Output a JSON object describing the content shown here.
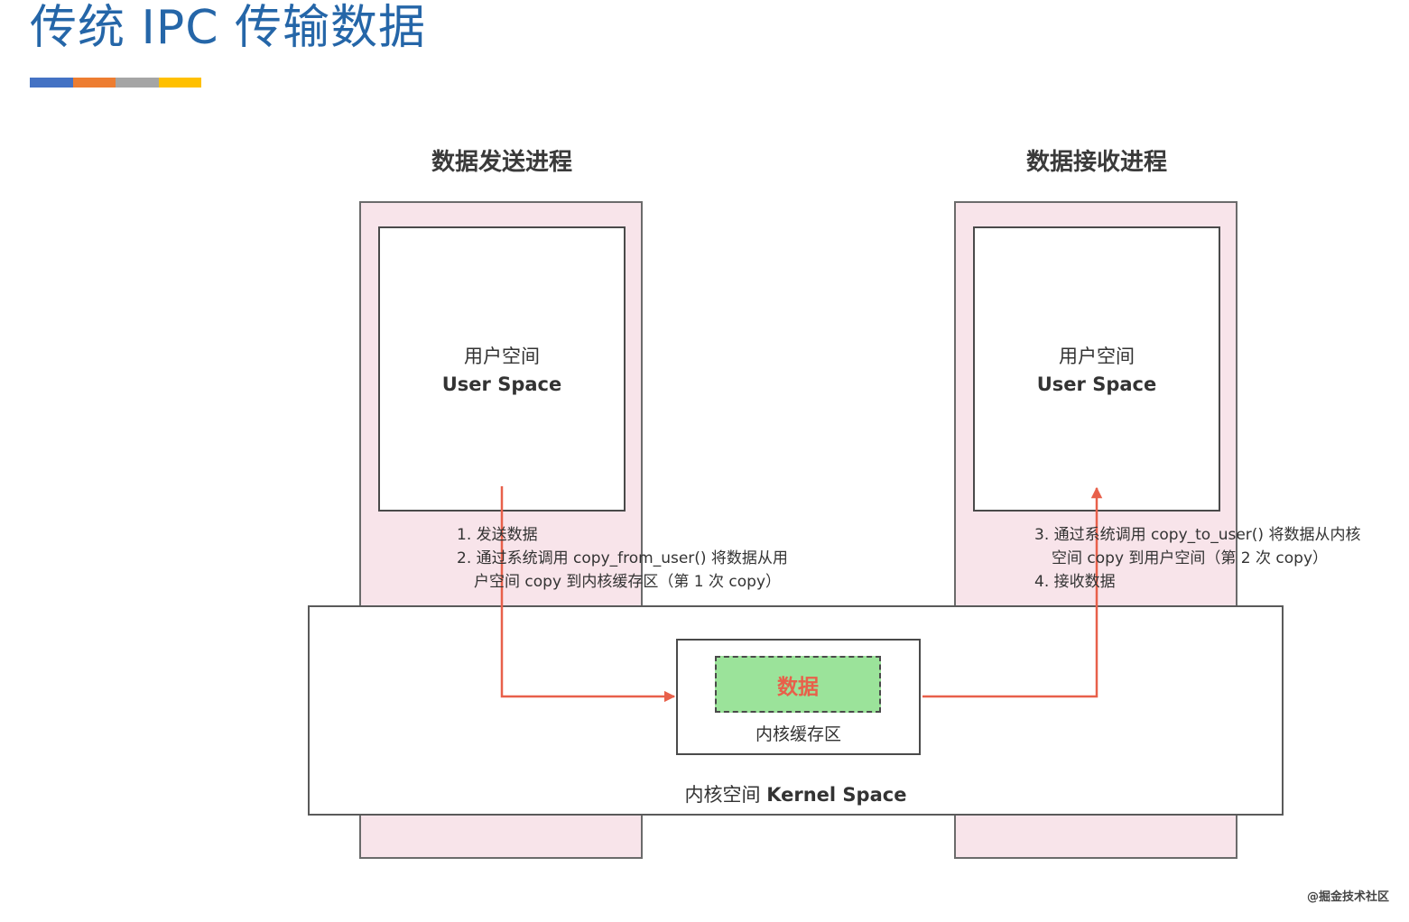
{
  "title": "传统 IPC 传输数据",
  "accent_colors": [
    "#4472c4",
    "#ed7d31",
    "#a5a5a5",
    "#ffc000"
  ],
  "sender": {
    "title": "数据发送进程",
    "user_space_zh": "用户空间",
    "user_space_en": "User Space",
    "steps": [
      "1. 发送数据",
      "2. 通过系统调用 copy_from_user() 将数据从用",
      "户空间 copy 到内核缓存区（第 1 次 copy）"
    ]
  },
  "receiver": {
    "title": "数据接收进程",
    "user_space_zh": "用户空间",
    "user_space_en": "User Space",
    "steps": [
      "3. 通过系统调用 copy_to_user() 将数据从内核",
      "空间 copy 到用户空间（第 2 次 copy）",
      "4. 接收数据"
    ]
  },
  "kernel": {
    "label_zh": "内核空间",
    "label_en": "Kernel Space",
    "buffer_label": "内核缓存区",
    "data_label": "数据"
  },
  "colors": {
    "process_fill": "#f8e4ea",
    "data_fill": "#9be39a",
    "arrow": "#e8604a",
    "title": "#2566a8"
  },
  "watermark": "@掘金技术社区"
}
